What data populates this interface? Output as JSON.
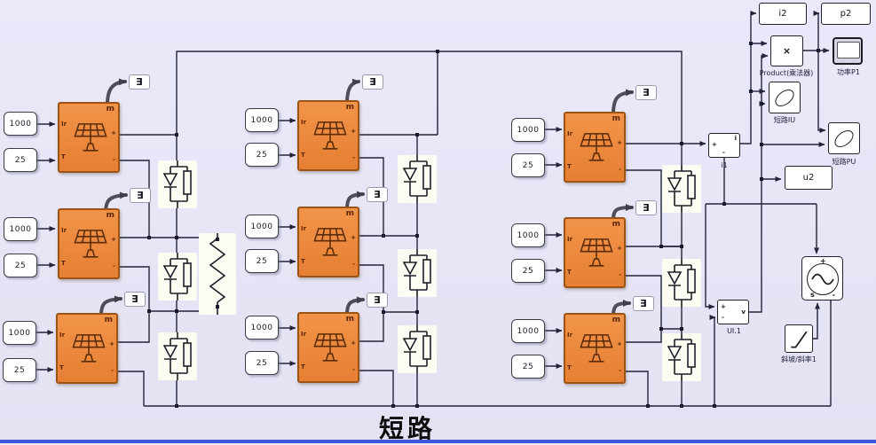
{
  "title": "短路",
  "colors": {
    "background": "#e6e6f6",
    "panel_fill": "#ee8c3e",
    "panel_border": "#9c5414",
    "wire": "#23233a",
    "measure_wire": "#4e4e58",
    "progress_bar": "#3f57dd"
  },
  "terminator_glyph": "∃",
  "port_labels": {
    "irradiance": "Ir",
    "temperature": "T",
    "measure": "m",
    "plus": "+",
    "minus": "-"
  },
  "pv_panels": [
    {
      "irradiance": "1000",
      "temperature": "25"
    },
    {
      "irradiance": "1000",
      "temperature": "25"
    },
    {
      "irradiance": "1000",
      "temperature": "25"
    },
    {
      "irradiance": "1000",
      "temperature": "25"
    },
    {
      "irradiance": "1000",
      "temperature": "25"
    },
    {
      "irradiance": "1000",
      "temperature": "25"
    },
    {
      "irradiance": "1000",
      "temperature": "25"
    },
    {
      "irradiance": "1000",
      "temperature": "25"
    },
    {
      "irradiance": "1000",
      "temperature": "25"
    }
  ],
  "right_panel": {
    "i1_label": "i1",
    "i2_label": "i2",
    "p2_label": "p2",
    "u2_label": "u2",
    "ui1_label": "UI.1",
    "product_symbol": "×",
    "product_label": "Product(乘法器)",
    "scope_label": "功率P1",
    "xy_iu_label": "短路IU",
    "xy_pu_label": "短路PU",
    "ramp_label": "斜坡/斜率1",
    "i1_ports": {
      "plus": "+",
      "minus": "-",
      "i": "i"
    },
    "ui1_ports": {
      "plus": "+",
      "minus": "-",
      "v": "v"
    },
    "source_ports": {
      "plus": "+",
      "s": "s",
      "minus": "-"
    }
  }
}
